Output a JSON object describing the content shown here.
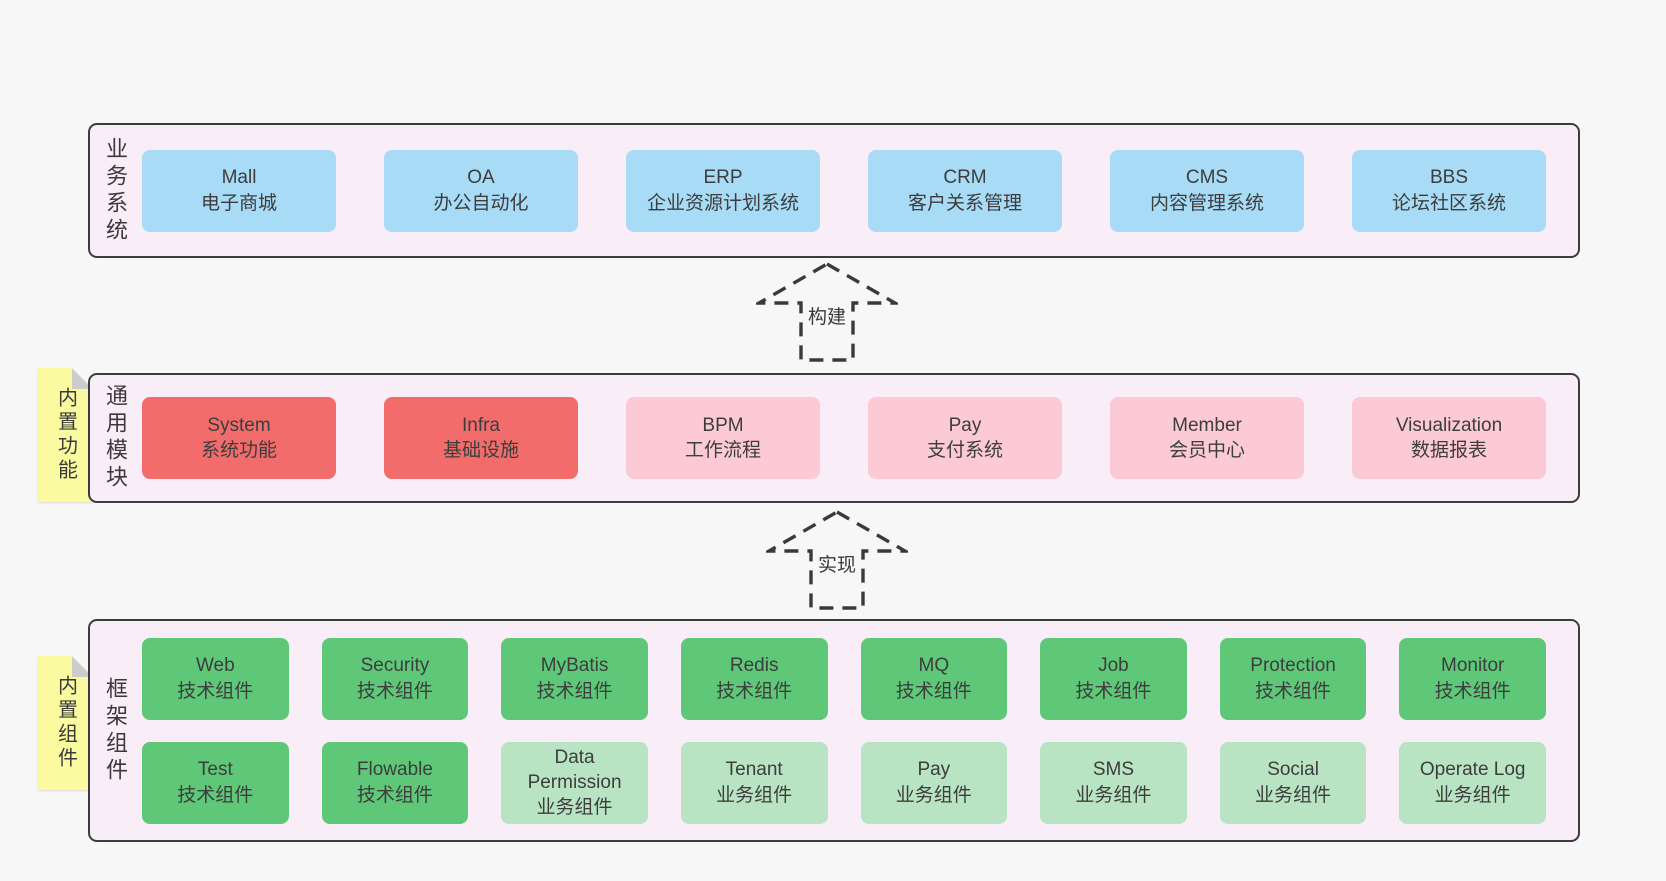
{
  "colors": {
    "page_bg": "#f7f7f7",
    "panel_bg": "#f9eef8",
    "panel_border": "#3c3c3c",
    "business_box_blue": "#a8dbf5",
    "module_box_red": "#f26c6c",
    "module_box_pink": "#fccad4",
    "component_box_green": "#5fc878",
    "component_box_light_green": "#b9e4c3",
    "sticky_yellow": "#fafaa0",
    "text": "#3d3d3d"
  },
  "arrows": {
    "build": "构建",
    "implement": "实现"
  },
  "sections": {
    "business": {
      "label": "业务系统",
      "boxes": [
        {
          "name": "Mall",
          "desc": "电子商城"
        },
        {
          "name": "OA",
          "desc": "办公自动化"
        },
        {
          "name": "ERP",
          "desc": "企业资源计划系统"
        },
        {
          "name": "CRM",
          "desc": "客户关系管理"
        },
        {
          "name": "CMS",
          "desc": "内容管理系统"
        },
        {
          "name": "BBS",
          "desc": "论坛社区系统"
        }
      ]
    },
    "modules": {
      "label": "通用模块",
      "sticky": "内置功能",
      "boxes": [
        {
          "name": "System",
          "desc": "系统功能"
        },
        {
          "name": "Infra",
          "desc": "基础设施"
        },
        {
          "name": "BPM",
          "desc": "工作流程"
        },
        {
          "name": "Pay",
          "desc": "支付系统"
        },
        {
          "name": "Member",
          "desc": "会员中心"
        },
        {
          "name": "Visualization",
          "desc": "数据报表"
        }
      ]
    },
    "components": {
      "label": "框架组件",
      "sticky": "内置组件",
      "row1": [
        {
          "name": "Web",
          "desc": "技术组件"
        },
        {
          "name": "Security",
          "desc": "技术组件"
        },
        {
          "name": "MyBatis",
          "desc": "技术组件"
        },
        {
          "name": "Redis",
          "desc": "技术组件"
        },
        {
          "name": "MQ",
          "desc": "技术组件"
        },
        {
          "name": "Job",
          "desc": "技术组件"
        },
        {
          "name": "Protection",
          "desc": "技术组件"
        },
        {
          "name": "Monitor",
          "desc": "技术组件"
        }
      ],
      "row2": [
        {
          "name": "Test",
          "desc": "技术组件"
        },
        {
          "name": "Flowable",
          "desc": "技术组件"
        },
        {
          "name": "Data Permission",
          "desc": "业务组件"
        },
        {
          "name": "Tenant",
          "desc": "业务组件"
        },
        {
          "name": "Pay",
          "desc": "业务组件"
        },
        {
          "name": "SMS",
          "desc": "业务组件"
        },
        {
          "name": "Social",
          "desc": "业务组件"
        },
        {
          "name": "Operate Log",
          "desc": "业务组件"
        }
      ]
    }
  }
}
